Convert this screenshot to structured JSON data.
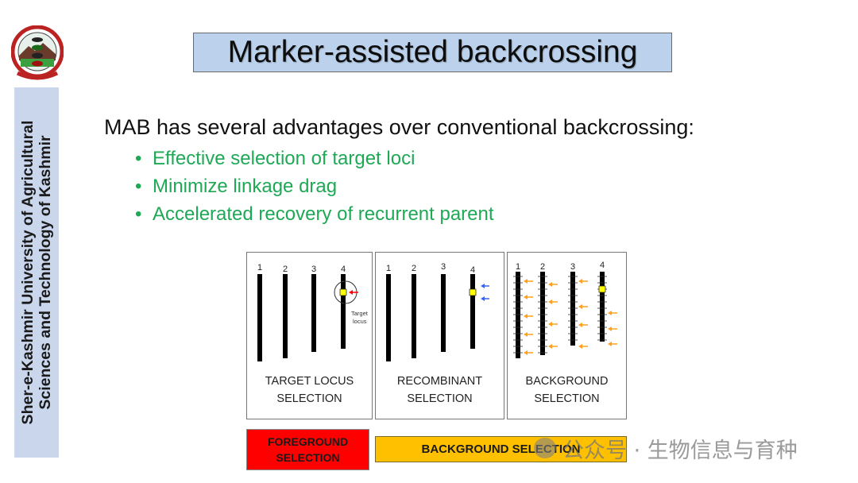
{
  "sidebar": {
    "line1": "Sher-e-Kashmir University of Agricultural",
    "line2": "Sciences and Technology of Kashmir"
  },
  "logo": {
    "icon": "university-seal-logo"
  },
  "title": "Marker-assisted backcrossing",
  "intro": "MAB has several advantages over conventional backcrossing:",
  "bullets": [
    "Effective selection of target loci",
    "Minimize linkage drag",
    "Accelerated recovery of recurrent parent"
  ],
  "colors": {
    "bullet_text": "#1fa856",
    "title_bg": "#bcd2ec",
    "sidebar_bg": "#c9d6ec",
    "target_marker": "#ffff00",
    "foreground_arrow": "#ff0000",
    "recombinant_arrow": "#3366ff",
    "background_arrow": "#ffa020",
    "foreground_box": "#ff0000",
    "background_box": "#ffc000"
  },
  "panels": [
    {
      "label_line1": "TARGET LOCUS",
      "label_line2": "SELECTION",
      "chromosome_labels": [
        "1",
        "2",
        "3",
        "4"
      ],
      "annotation_line1": "Target",
      "annotation_line2": "locus"
    },
    {
      "label_line1": "RECOMBINANT",
      "label_line2": "SELECTION",
      "chromosome_labels": [
        "1",
        "2",
        "3",
        "4"
      ]
    },
    {
      "label_line1": "BACKGROUND",
      "label_line2": "SELECTION",
      "chromosome_labels": [
        "1",
        "2",
        "3",
        "4"
      ]
    }
  ],
  "bottom": {
    "foreground_line1": "FOREGROUND",
    "foreground_line2": "SELECTION",
    "background": "BACKGROUND SELECTION"
  },
  "watermark": "公众号 · 生物信息与育种"
}
